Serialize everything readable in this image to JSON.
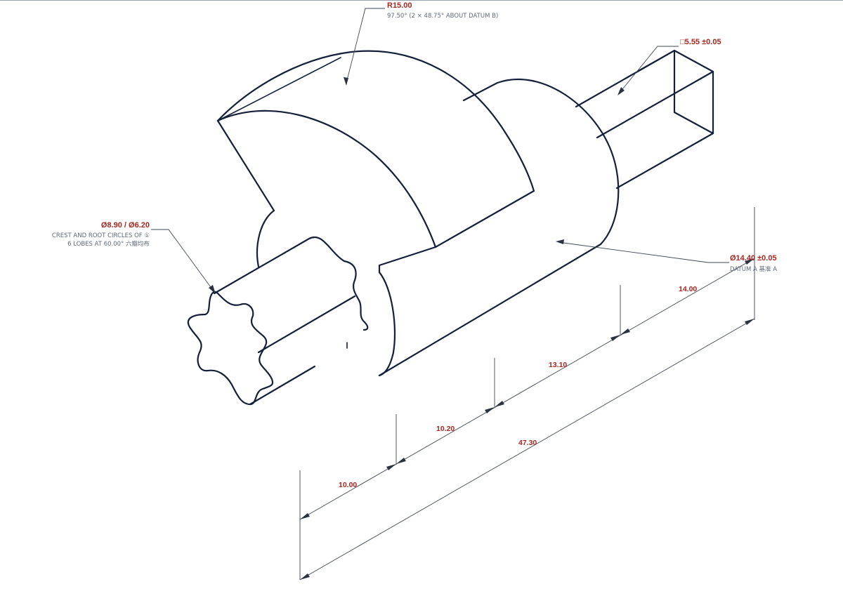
{
  "callouts": {
    "radius": {
      "value": "R15.00",
      "note": "97.50° (2 × 48.75° ABOUT DATUM B)"
    },
    "square": {
      "value": "□5.55 ±0.05"
    },
    "lobes": {
      "value": "Ø8.90 / Ø6.20",
      "note_line1": "CREST AND ROOT CIRCLES OF ①",
      "note_line2": "6 LOBES AT 60.00° 六瓣均布"
    },
    "datum": {
      "value": "Ø14.40 ±0.05",
      "note": "DATUM A 基准 A"
    }
  },
  "dimensions": {
    "d1": "10.00",
    "d2": "10.20",
    "d3": "13.10",
    "d4": "14.00",
    "overall": "47.30"
  },
  "colors": {
    "outline": "#14203a",
    "dimension_text": "#a8261f",
    "note_text": "#5d6878"
  }
}
